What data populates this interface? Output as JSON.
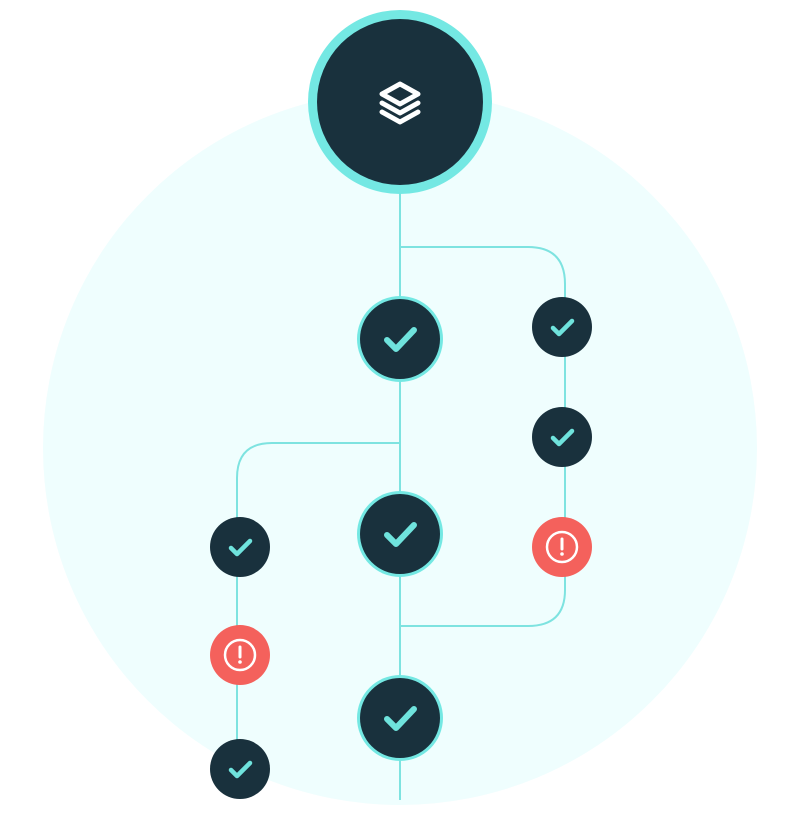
{
  "colors": {
    "background_disc": "#effefe",
    "connector": "#7ee3e0",
    "root_ring": "#74e8e3",
    "node_fill": "#19313d",
    "node_ring": "#74e8e3",
    "check_mark": "#6fe3dd",
    "warning_fill": "#f4615c",
    "warning_mark": "#ffffff",
    "root_icon": "#ffffff"
  },
  "root": {
    "icon": "layers-icon"
  },
  "nodes": [
    {
      "id": "main-1",
      "kind": "success",
      "size": "large",
      "icon": "check-icon"
    },
    {
      "id": "main-2",
      "kind": "success",
      "size": "large",
      "icon": "check-icon"
    },
    {
      "id": "main-3",
      "kind": "success",
      "size": "large",
      "icon": "check-icon"
    },
    {
      "id": "right-1",
      "kind": "success",
      "size": "small",
      "icon": "check-icon"
    },
    {
      "id": "right-2",
      "kind": "success",
      "size": "small",
      "icon": "check-icon"
    },
    {
      "id": "right-3",
      "kind": "warning",
      "size": "small",
      "icon": "exclamation-icon"
    },
    {
      "id": "left-1",
      "kind": "success",
      "size": "small",
      "icon": "check-icon"
    },
    {
      "id": "left-2",
      "kind": "warning",
      "size": "small",
      "icon": "exclamation-icon"
    },
    {
      "id": "left-3",
      "kind": "success",
      "size": "small",
      "icon": "check-icon"
    }
  ]
}
